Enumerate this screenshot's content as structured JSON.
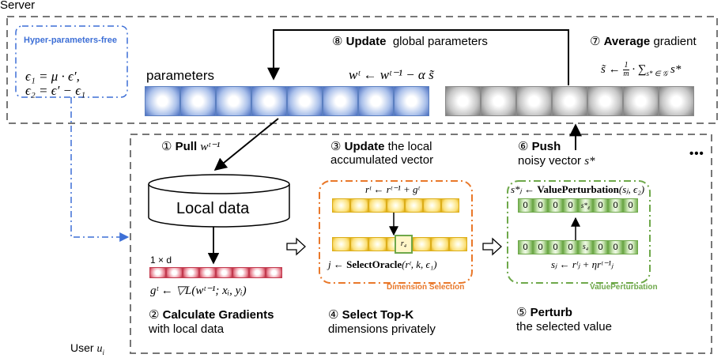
{
  "server_label": "Server",
  "user_label": "User ",
  "user_var": "u",
  "user_sub": "i",
  "hyper_label": "Hyper-parameters-free",
  "eps1": "ϵ₁ = μ · ϵ′,",
  "eps2": "ϵ₂ = ϵ′ − ϵ₁",
  "parameters_label": "parameters",
  "update_formula": "wᵗ ← wᵗ⁻¹ − α s̃",
  "avg_formula_lhs": "s̃ ← ",
  "avg_formula_rhs": " · ∑",
  "avg_formula_sub": "s* ∈ 𝒢",
  "avg_formula_tail": " s*",
  "frac_num": "1",
  "frac_den": "m",
  "step8_num": "⑧",
  "step8_bold": "Update",
  "step8_rest": "global parameters",
  "step7_num": "⑦",
  "step7_bold": "Average",
  "step7_rest": " gradient",
  "step1_num": "①",
  "step1_bold": "Pull",
  "step1_var": "wᵗ⁻¹",
  "step3_num": "③",
  "step3_bold": "Update",
  "step3_rest": " the local",
  "step3_line2": "accumulated vector",
  "step6_num": "⑥",
  "step6_bold": "Push",
  "step6_line2": "noisy vector ",
  "step6_var": "s*",
  "ellipsis": "•••",
  "local_data": "Local data",
  "r_update": "rᵗ ← rᵗ⁻¹ + gᵗ",
  "r_selected": "r₄",
  "select_formula_pre": "j ← ",
  "select_formula_bold": "SelectOracle",
  "select_formula_post": "(rᵗ, k, ϵ₁)",
  "dim_selection": "Dimension Selection",
  "vp_formula_pre": "s*ⱼ ← ",
  "vp_formula_bold": "ValuePerturbation",
  "vp_formula_post": "(sⱼ, ϵ₂)",
  "noisy_values": [
    "0",
    "0",
    "0",
    "0",
    "s*₄",
    "0",
    "0",
    "0"
  ],
  "clean_values": [
    "0",
    "0",
    "0",
    "0",
    "s₄",
    "0",
    "0",
    "0"
  ],
  "sj_formula": "sⱼ ← rᵗⱼ + ηrᵗ⁻¹ⱼ",
  "value_perturbation": "ValuePerturbation",
  "dim_label": "1 × d",
  "grad_formula": "gᵗ ← ▽L(wᵗ⁻¹; xᵢ, yᵢ)",
  "step2_num": "②",
  "step2_bold": "Calculate Gradients",
  "step2_line2": "with local data",
  "step4_num": "④",
  "step4_bold": "Select Top-K",
  "step4_line2": "dimensions privately",
  "step5_num": "⑤",
  "step5_bold": "Perturb",
  "step5_line2": "the selected value",
  "colors": {
    "blue": "#4a6fc0",
    "gray": "#7a7a7a",
    "red": "#c23a4e",
    "yellow": "#e4b21a",
    "green": "#6ea84a",
    "orange": "#e9782a",
    "dash_blue": "#3d6fd6"
  }
}
